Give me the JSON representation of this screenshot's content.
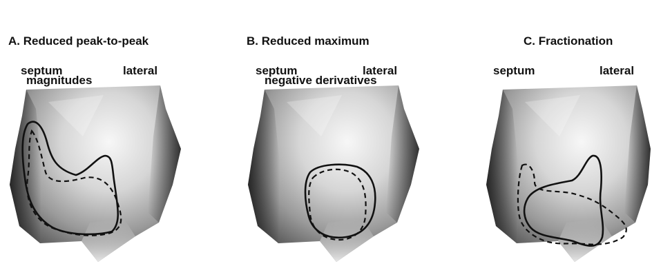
{
  "panels": [
    {
      "title_line1": "A. Reduced peak-to-peak",
      "title_line2": "magnitudes",
      "label_left": "septum",
      "label_right": "lateral"
    },
    {
      "title_line1": "B. Reduced maximum",
      "title_line2": "negative derivatives",
      "label_left": "septum",
      "label_right": "lateral"
    },
    {
      "title_line1": "C. Fractionation",
      "title_line2": "",
      "label_left": "septum",
      "label_right": "lateral"
    }
  ]
}
